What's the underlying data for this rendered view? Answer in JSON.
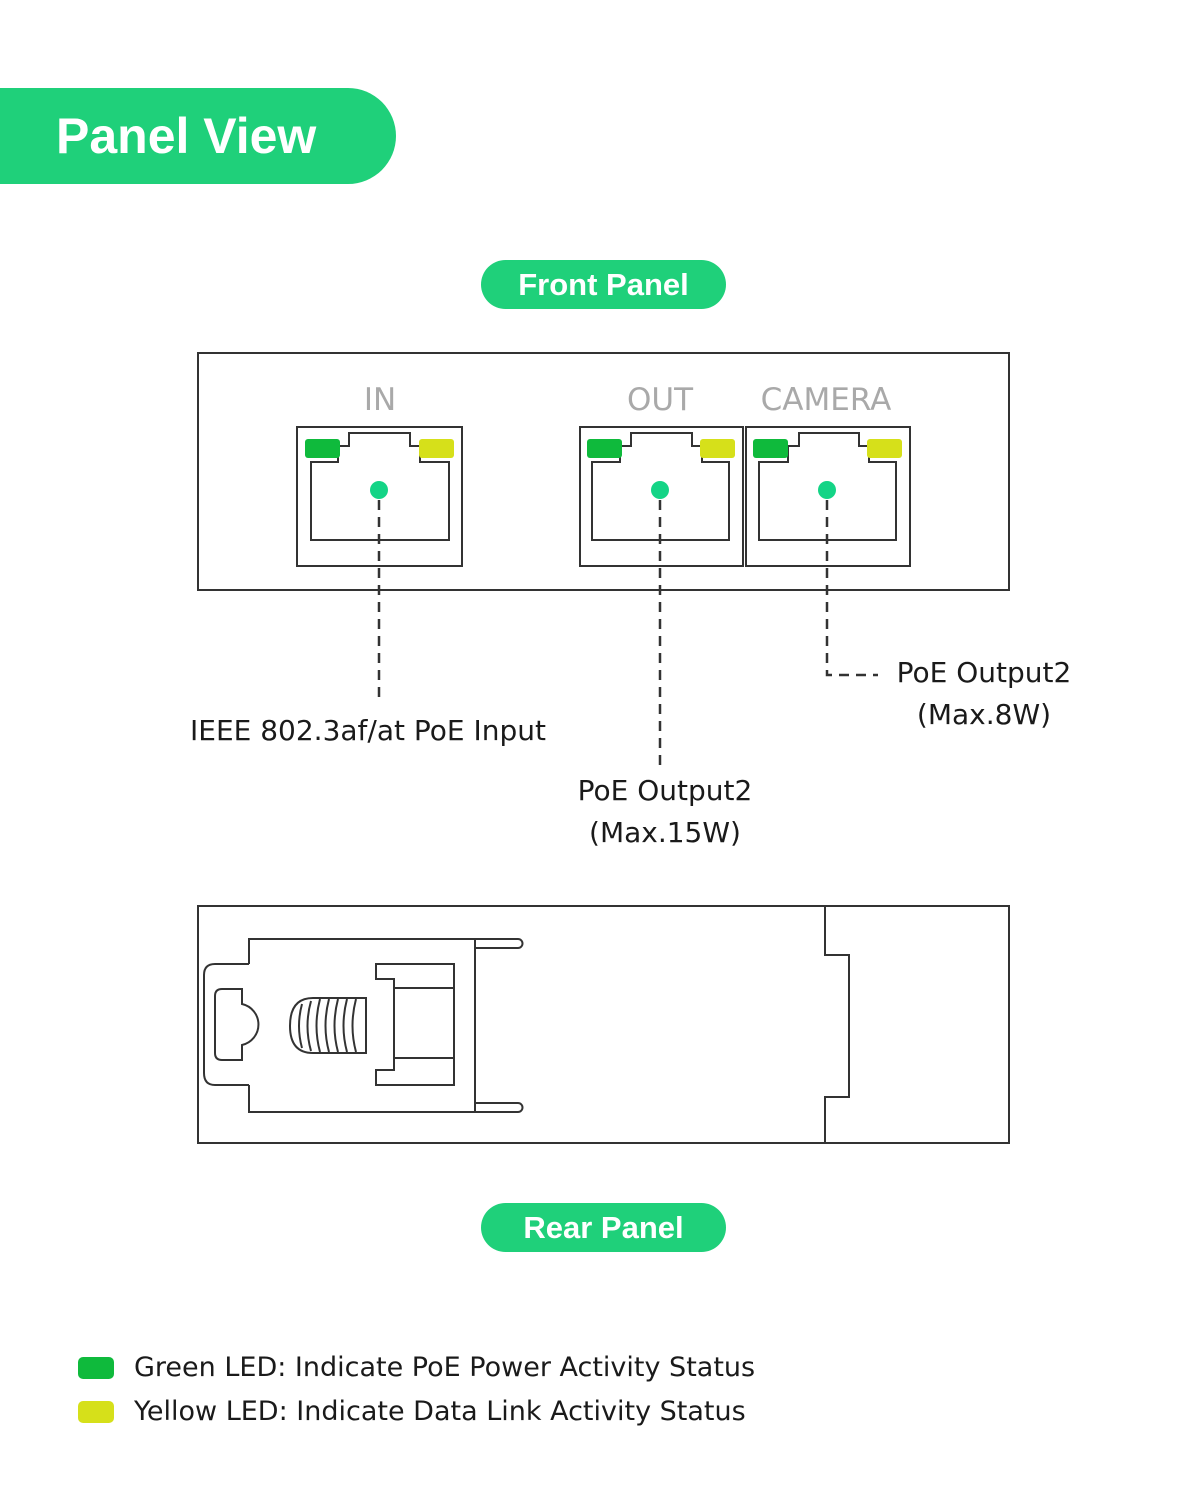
{
  "header": {
    "title": "Panel View"
  },
  "front_panel": {
    "label": "Front Panel",
    "ports": [
      {
        "label": "IN"
      },
      {
        "label": "OUT"
      },
      {
        "label": "CAMERA"
      }
    ],
    "callouts": {
      "in": "IEEE 802.3af/at PoE Input",
      "out_line1": "PoE Output2",
      "out_line2": "(Max.15W)",
      "camera_line1": "PoE Output2",
      "camera_line2": "(Max.8W)"
    }
  },
  "rear_panel": {
    "label": "Rear Panel"
  },
  "legend": {
    "green": "Green LED: Indicate PoE Power Activity Status",
    "yellow": "Yellow LED: Indicate Data Link Activity Status"
  },
  "colors": {
    "brand": "#1fd07a",
    "green_led": "#0fba3c",
    "yellow_led": "#d6e01a",
    "port_dot": "#14d486",
    "line": "#333333"
  }
}
